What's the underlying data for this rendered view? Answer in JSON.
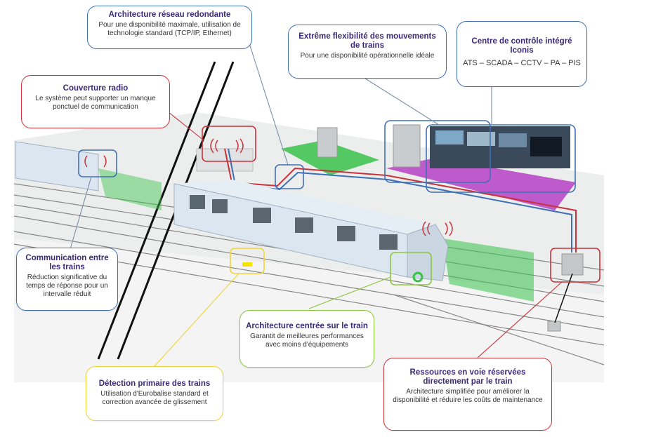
{
  "colors": {
    "red": "#c8323a",
    "blue": "#3f6fb5",
    "green": "#8cc63f",
    "yellow": "#f0d43a",
    "title_text": "#3a2a78",
    "train_body": "#dbe6f0",
    "control_floor": "#b63fc4",
    "green_zone": "#39c24a"
  },
  "callouts": {
    "reseau": {
      "title": "Architecture réseau redondante",
      "desc": "Pour une disponibilité maximale, utilisation de technologie standard (TCP/IP, Ethernet)"
    },
    "flexibilite": {
      "title": "Extrême flexibilité des mouvements de trains",
      "desc": "Pour une disponibilité opérationnelle idéale"
    },
    "controle": {
      "title": "Centre de contrôle intégré Iconis",
      "desc": "ATS – SCADA – CCTV – PA – PIS"
    },
    "radio": {
      "title": "Couverture radio",
      "desc": "Le système peut supporter un manque ponctuel de communication"
    },
    "communication": {
      "title": "Communication entre les trains",
      "desc": "Réduction significative du temps de réponse pour un intervalle réduit"
    },
    "architecture_train": {
      "title": "Architecture centrée sur le train",
      "desc": "Garantit de meilleures performances avec moins d'équipements"
    },
    "detection": {
      "title": "Détection primaire des trains",
      "desc": "Utilisation d'Eurobalise standard et correction avancée de glissement"
    },
    "ressources": {
      "title": "Ressources en voie réservées directement par le train",
      "desc": "Architecture simplifiée pour améliorer la disponibilité et réduire les coûts de maintenance"
    }
  }
}
